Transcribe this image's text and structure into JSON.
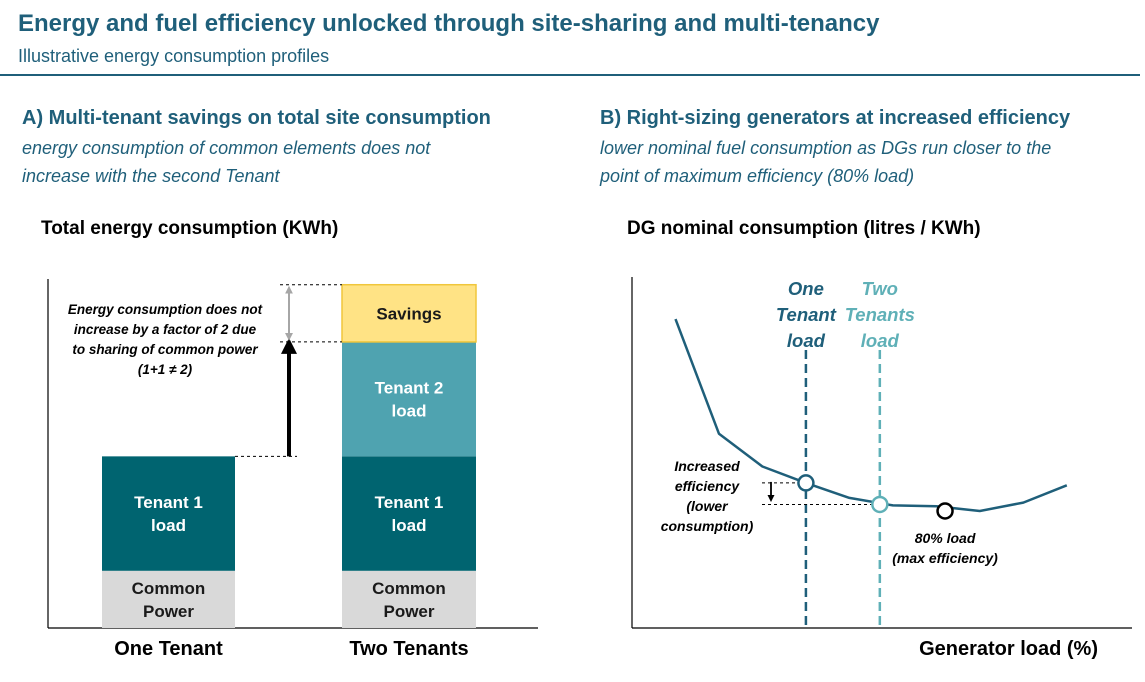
{
  "header": {
    "title": "Energy and fuel efficiency unlocked through site-sharing and multi-tenancy",
    "subtitle": "Illustrative energy consumption profiles"
  },
  "section_a": {
    "heading": "A) Multi-tenant savings on total site consumption",
    "desc_line1": "energy consumption of common elements does not",
    "desc_line2": "increase with the second Tenant"
  },
  "section_b": {
    "heading": "B) Right-sizing generators at increased efficiency",
    "desc_line1": "lower nominal fuel consumption as DGs run closer to the",
    "desc_line2": "point of maximum efficiency (80% load)"
  },
  "colors": {
    "common": "#d9d9d9",
    "tenant1": "#006470",
    "tenant2": "#4fa3b0",
    "savings": "#ffe385",
    "savings_border": "#f0c63c",
    "curve": "#1f5f7a",
    "two_tenant": "#5fb0b7",
    "arrow_grey": "#a6a6a6"
  },
  "chart_data": [
    {
      "type": "bar",
      "title": "Total energy consumption  (KWh)",
      "categories": [
        "One Tenant",
        "Two Tenants"
      ],
      "stacks": [
        {
          "category": "One Tenant",
          "segments": [
            {
              "key": "common",
              "label_lines": [
                "Common",
                "Power"
              ],
              "value": 1
            },
            {
              "key": "tenant1",
              "label_lines": [
                "Tenant 1",
                "load"
              ],
              "value": 2
            }
          ]
        },
        {
          "category": "Two Tenants",
          "segments": [
            {
              "key": "common",
              "label_lines": [
                "Common",
                "Power"
              ],
              "value": 1
            },
            {
              "key": "tenant1",
              "label_lines": [
                "Tenant 1",
                "load"
              ],
              "value": 2
            },
            {
              "key": "tenant2",
              "label_lines": [
                "Tenant 2",
                "load"
              ],
              "value": 2
            },
            {
              "key": "savings",
              "label_lines": [
                "Savings"
              ],
              "value": 1
            }
          ]
        }
      ],
      "ylim": [
        0,
        6.1
      ],
      "annotation_lines": [
        "Energy consumption does not",
        "increase by a factor of 2 due",
        "to sharing of common power",
        "(1+1 ≠ 2)"
      ]
    },
    {
      "type": "line",
      "title": "DG nominal consumption  (litres / KWh)",
      "xlabel": "Generator load  (%)",
      "x": [
        10,
        20,
        30,
        40,
        50,
        60,
        70,
        80,
        90,
        100
      ],
      "y": [
        6.6,
        4.15,
        3.45,
        3.1,
        2.78,
        2.62,
        2.6,
        2.5,
        2.68,
        3.05
      ],
      "xlim": [
        0,
        115
      ],
      "ylim": [
        0,
        7.5
      ],
      "markers": [
        {
          "key": "one",
          "x": 40,
          "y": 3.1,
          "label_lines": [
            "One",
            "Tenant",
            "load"
          ]
        },
        {
          "key": "two",
          "x": 57,
          "y": 2.64,
          "label_lines": [
            "Two",
            "Tenants",
            "load"
          ]
        },
        {
          "key": "max",
          "x": 72,
          "y": 2.5,
          "label_lines": [
            "80% load",
            "(max efficiency)"
          ]
        }
      ],
      "efficiency_note_lines": [
        "Increased",
        "efficiency",
        "(lower",
        "consumption)"
      ]
    }
  ]
}
